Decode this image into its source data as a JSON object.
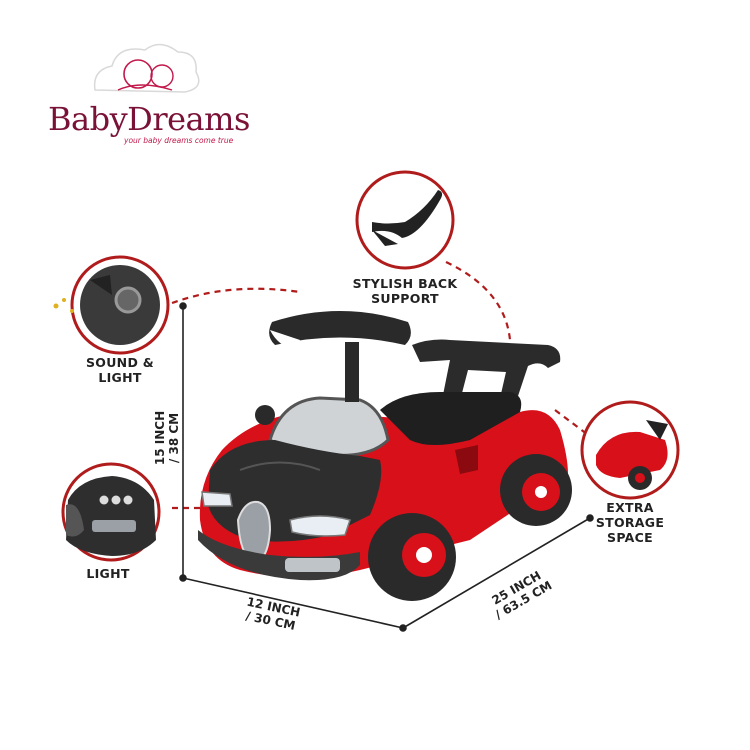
{
  "brand": {
    "name_part1": "Baby",
    "name_part2": "Dreams",
    "tagline": "your baby dreams come true"
  },
  "features": {
    "back_support": "STYLISH BACK\nSUPPORT",
    "sound_light": "SOUND &\nLIGHT",
    "light": "LIGHT",
    "storage": "EXTRA STORAGE\nSPACE"
  },
  "dimensions": {
    "height": "15 INCH\n/ 38 CM",
    "width": "12 INCH\n/ 30 CM",
    "length": "25 INCH\n/ 63.5 CM"
  },
  "colors": {
    "car_red": "#d8101a",
    "car_black": "#2a2a2a",
    "brand": "#7a1238",
    "dash_line": "#b01c1c"
  }
}
